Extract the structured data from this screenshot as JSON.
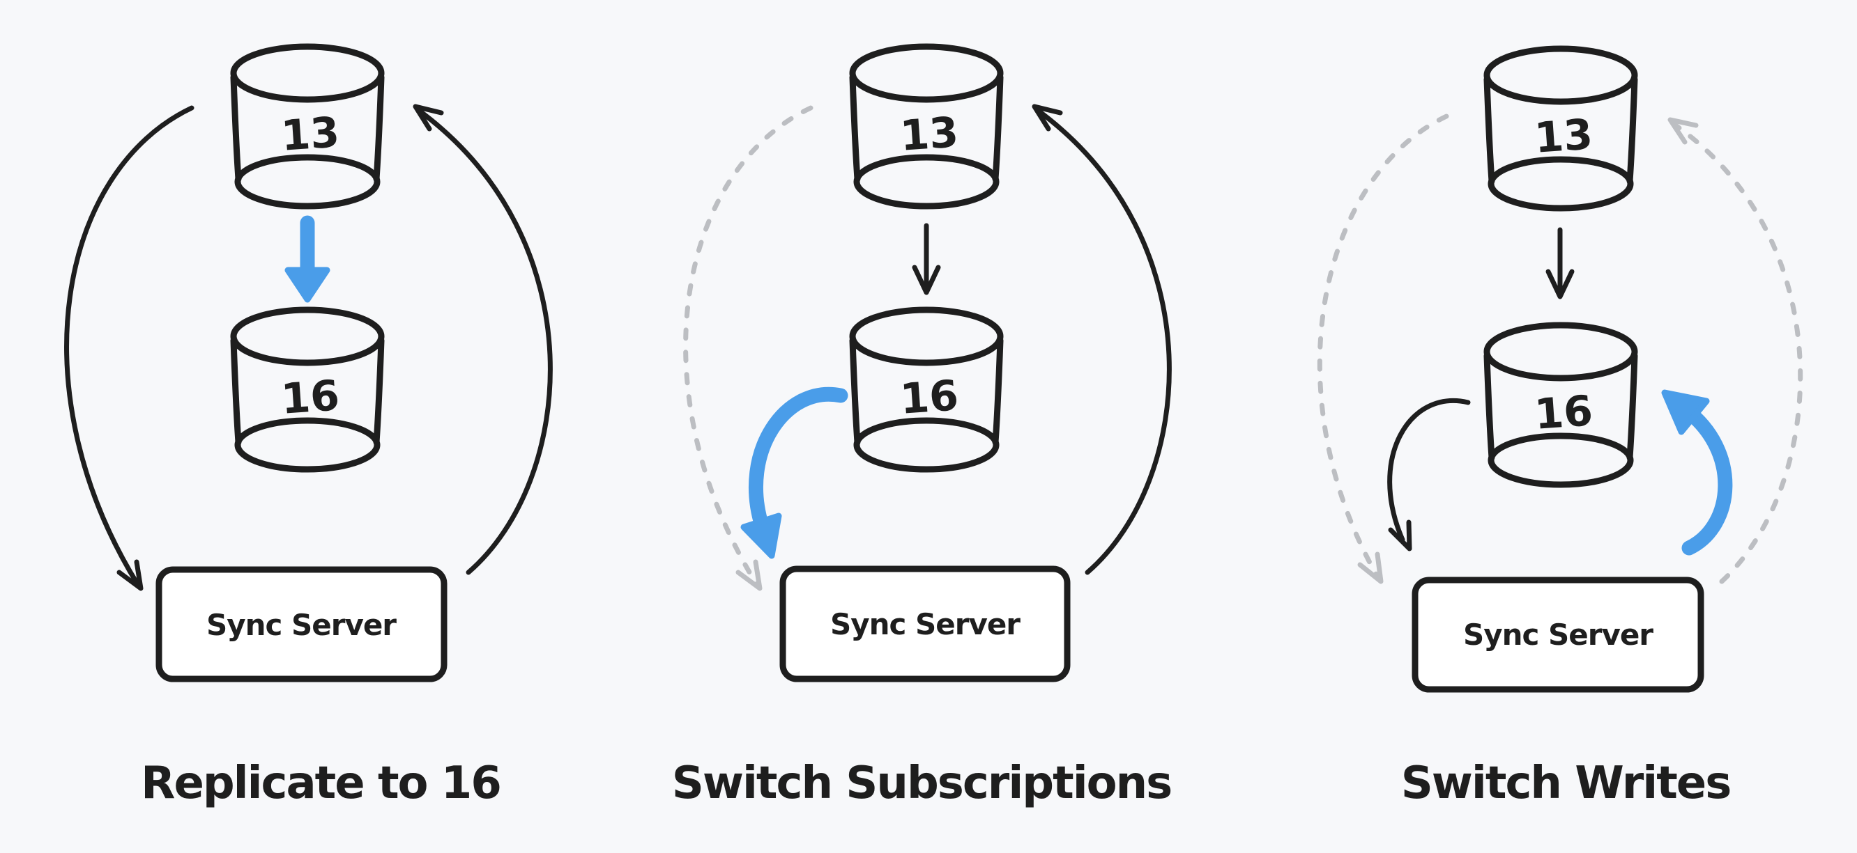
{
  "colors": {
    "background": "#f7f8fa",
    "ink": "#1e1e1e",
    "accent_blue": "#4a9de9",
    "muted_dash": "#bcbec2",
    "box_fill": "#ffffff"
  },
  "panels": [
    {
      "id": "replicate",
      "title": "Replicate to 16",
      "db_top": "13",
      "db_bottom": "16",
      "server": "Sync Server",
      "arrows": {
        "db13_to_db16": "blue-solid-thick",
        "db13_to_server_left": "black-solid",
        "server_to_db13_right": "black-solid"
      }
    },
    {
      "id": "switch-subscriptions",
      "title": "Switch Subscriptions",
      "db_top": "13",
      "db_bottom": "16",
      "server": "Sync Server",
      "arrows": {
        "db13_to_db16": "black-thin",
        "db13_to_server_left": "gray-dashed",
        "server_to_db13_right": "black-solid",
        "db16_to_server": "blue-solid-thick"
      }
    },
    {
      "id": "switch-writes",
      "title": "Switch Writes",
      "db_top": "13",
      "db_bottom": "16",
      "server": "Sync Server",
      "arrows": {
        "db13_to_db16": "black-thin",
        "db13_to_server_left": "gray-dashed",
        "server_to_db13_right": "gray-dashed",
        "db16_to_server": "black-thin-curved",
        "server_to_db16": "blue-solid-thick"
      }
    }
  ]
}
